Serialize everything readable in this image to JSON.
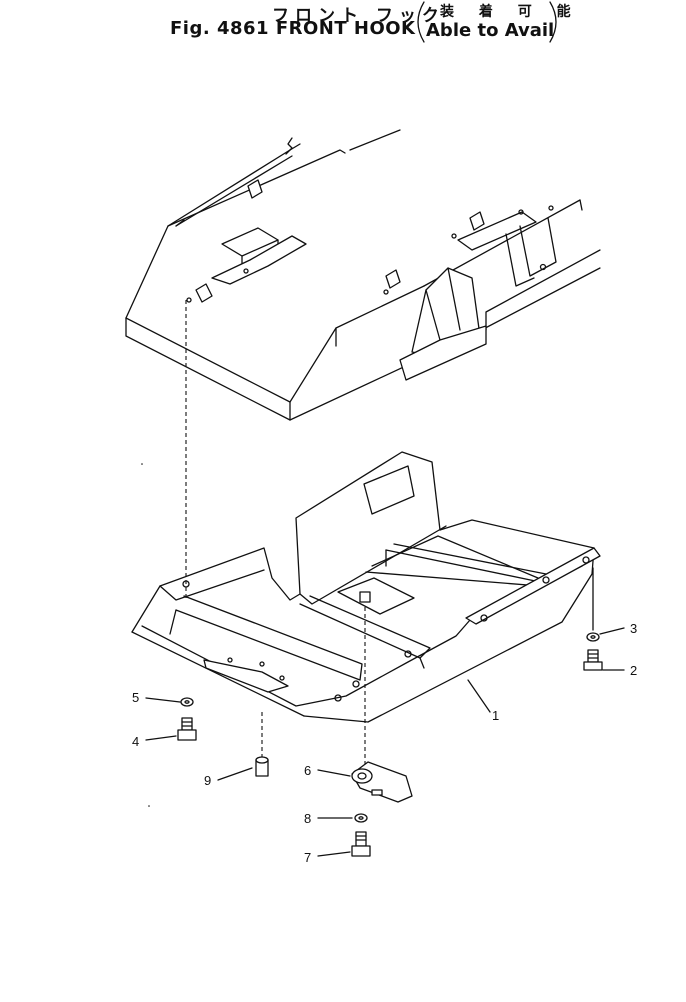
{
  "title": {
    "japanese": "フロント フック",
    "figure": "Fig. 4861 FRONT HOOK",
    "paren_japanese": "装 着 可 能",
    "paren_english": "Able to Avail"
  },
  "callouts": {
    "c1": "1",
    "c2": "2",
    "c3": "3",
    "c4": "4",
    "c5": "5",
    "c6": "6",
    "c7": "7",
    "c8": "8",
    "c9": "9"
  }
}
